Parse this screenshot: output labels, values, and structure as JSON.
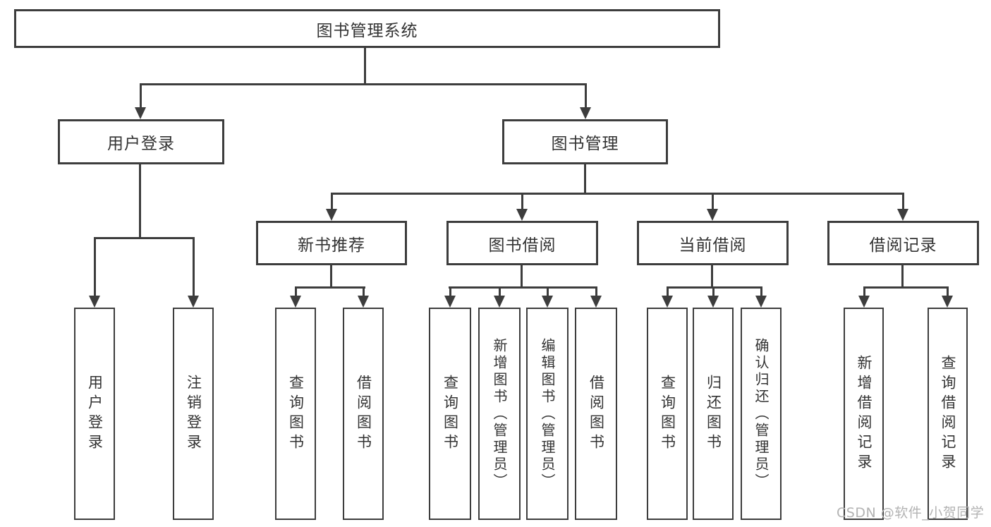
{
  "diagram_title": "图书管理系统",
  "tree": {
    "label": "图书管理系统",
    "children": [
      {
        "label": "用户登录",
        "children": [
          {
            "label": "用户登录"
          },
          {
            "label": "注销登录"
          }
        ]
      },
      {
        "label": "图书管理",
        "children": [
          {
            "label": "新书推荐",
            "children": [
              {
                "label": "查询图书"
              },
              {
                "label": "借阅图书"
              }
            ]
          },
          {
            "label": "图书借阅",
            "children": [
              {
                "label": "查询图书"
              },
              {
                "label": "新增图书（管理员）"
              },
              {
                "label": "编辑图书（管理员）"
              },
              {
                "label": "借阅图书"
              }
            ]
          },
          {
            "label": "当前借阅",
            "children": [
              {
                "label": "查询图书"
              },
              {
                "label": "归还图书"
              },
              {
                "label": "确认归还（管理员）"
              }
            ]
          },
          {
            "label": "借阅记录",
            "children": [
              {
                "label": "新增借阅记录"
              },
              {
                "label": "查询借阅记录"
              }
            ]
          }
        ]
      }
    ]
  },
  "watermark": {
    "text": "CSDN @软件_小贺同学"
  },
  "colors": {
    "line": "#3d3d3d",
    "text": "#333333",
    "box_bg": "#ffffff",
    "watermark": "#b3b3b3"
  }
}
